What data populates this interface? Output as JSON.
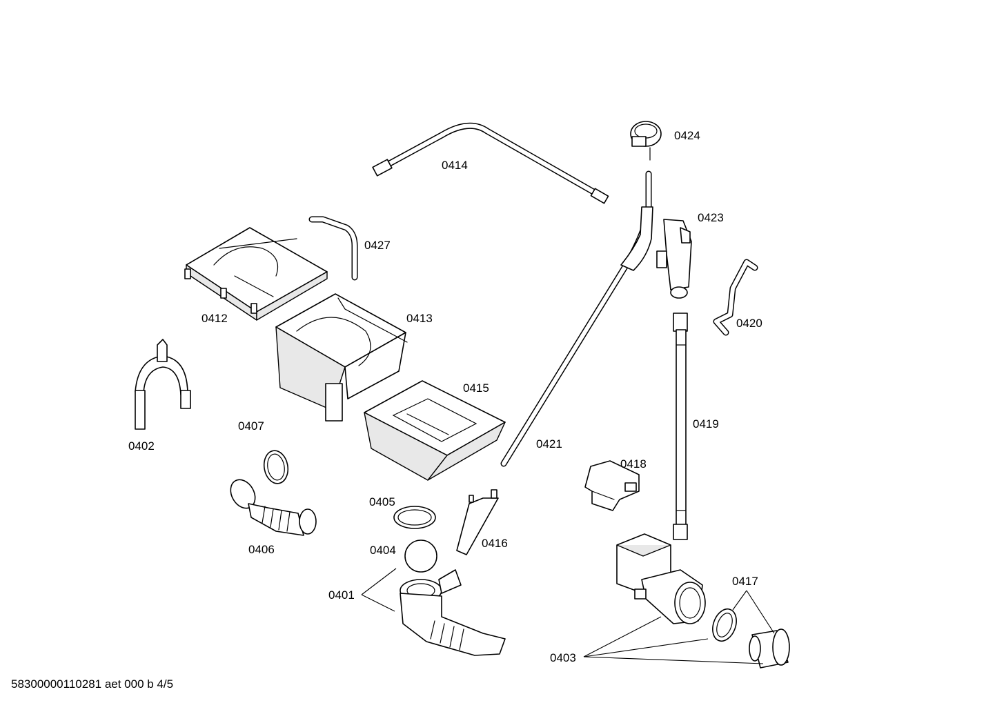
{
  "diagram": {
    "labels": {
      "p0401": "0401",
      "p0402": "0402",
      "p0403": "0403",
      "p0404": "0404",
      "p0405": "0405",
      "p0406": "0406",
      "p0407": "0407",
      "p0412": "0412",
      "p0413": "0413",
      "p0414": "0414",
      "p0415": "0415",
      "p0416": "0416",
      "p0417": "0417",
      "p0418": "0418",
      "p0419": "0419",
      "p0420": "0420",
      "p0421": "0421",
      "p0423": "0423",
      "p0424": "0424",
      "p0427": "0427"
    },
    "footer": "58300000110281 aet 000 b 4/5"
  }
}
